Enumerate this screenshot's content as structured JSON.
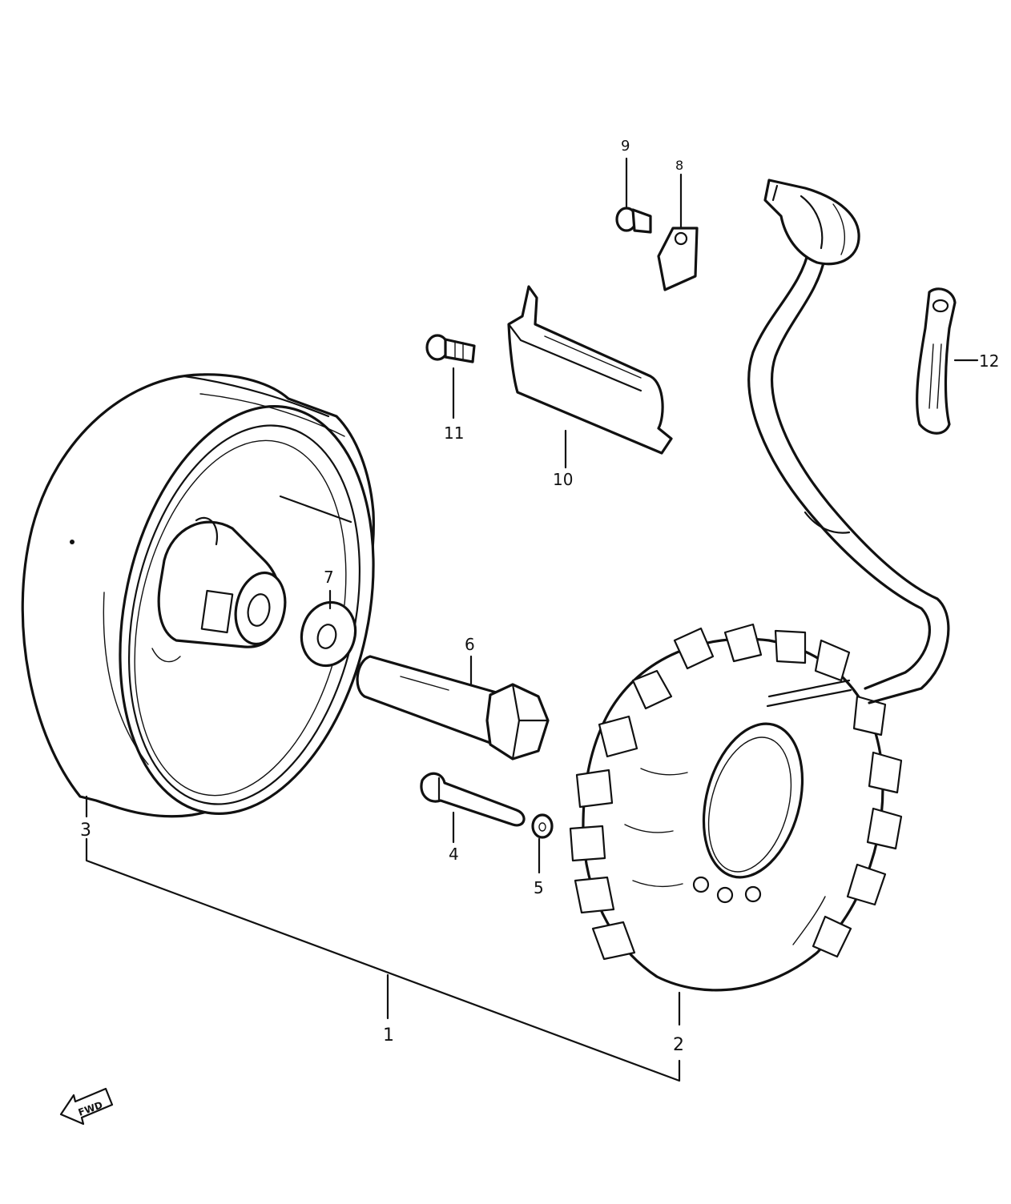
{
  "diagram": {
    "callouts": [
      {
        "id": "c1",
        "label": "1",
        "part": "magneto-assembly"
      },
      {
        "id": "c2",
        "label": "2",
        "part": "stator"
      },
      {
        "id": "c3",
        "label": "3",
        "part": "rotor"
      },
      {
        "id": "c4",
        "label": "4",
        "part": "screw"
      },
      {
        "id": "c5",
        "label": "5",
        "part": "washer"
      },
      {
        "id": "c6",
        "label": "6",
        "part": "rotor-bolt"
      },
      {
        "id": "c7",
        "label": "7",
        "part": "washer"
      },
      {
        "id": "c8",
        "label": "8",
        "part": "clamp"
      },
      {
        "id": "c9",
        "label": "9",
        "part": "screw"
      },
      {
        "id": "c10",
        "label": "10",
        "part": "cover"
      },
      {
        "id": "c11",
        "label": "11",
        "part": "screw"
      },
      {
        "id": "c12",
        "label": "12",
        "part": "clamp"
      }
    ],
    "direction_marker": {
      "label": "FWD",
      "icon": "arrow-left-icon"
    },
    "colors": {
      "line": "#111111",
      "background": "#ffffff"
    }
  }
}
